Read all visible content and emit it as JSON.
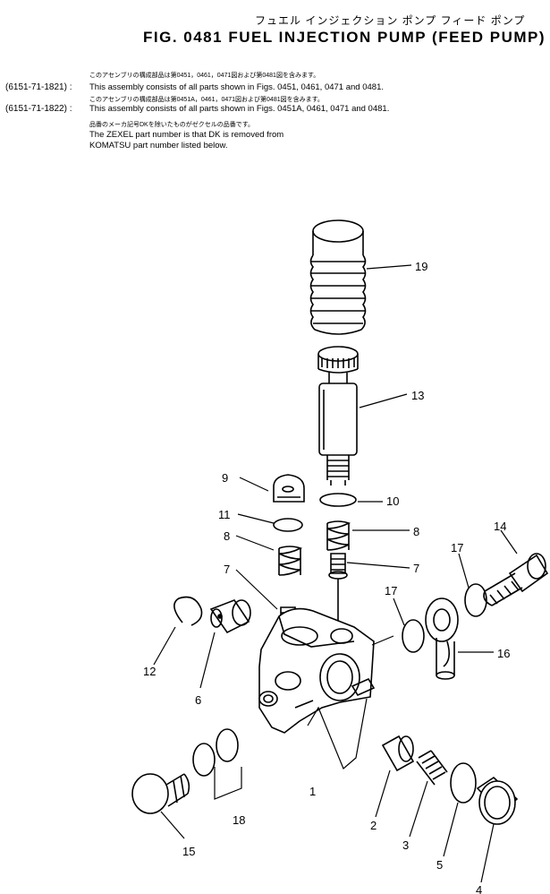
{
  "header": {
    "jp_title": "フュエル インジェクション ポンプ フィード ポンプ",
    "fig_title": "FIG. 0481  FUEL  INJECTION  PUMP  (FEED  PUMP)"
  },
  "notes": [
    {
      "part_no": "",
      "jp": "このアセンブリの構成部品は第0451，0461，0471図および第0481図を含みます。",
      "en": ""
    },
    {
      "part_no": "(6151-71-1821) :",
      "jp": "",
      "en": "This assembly consists of all parts shown in Figs. 0451, 0461, 0471 and 0481."
    },
    {
      "part_no": "",
      "jp": "このアセンブリの構成部品は第0451A，0461，0471図および第0481図を含みます。",
      "en": ""
    },
    {
      "part_no": "(6151-71-1822) :",
      "jp": "",
      "en": "This assembly consists of all parts shown in Figs. 0451A, 0461, 0471 and 0481."
    },
    {
      "part_no": "",
      "jp": "品番のメーカ記号DKを除いたものがゼクセルの品番です。",
      "en": ""
    },
    {
      "part_no": "",
      "jp": "",
      "en": "The ZEXEL part number is that DK is removed from"
    },
    {
      "part_no": "",
      "jp": "",
      "en": "KOMATSU part number listed below."
    }
  ],
  "callouts": [
    "19",
    "13",
    "9",
    "10",
    "11",
    "8",
    "8",
    "7",
    "7",
    "14",
    "17",
    "17",
    "16",
    "12",
    "6",
    "1",
    "2",
    "3",
    "5",
    "4",
    "18",
    "15"
  ],
  "colors": {
    "ink": "#000000",
    "paper": "#ffffff"
  }
}
